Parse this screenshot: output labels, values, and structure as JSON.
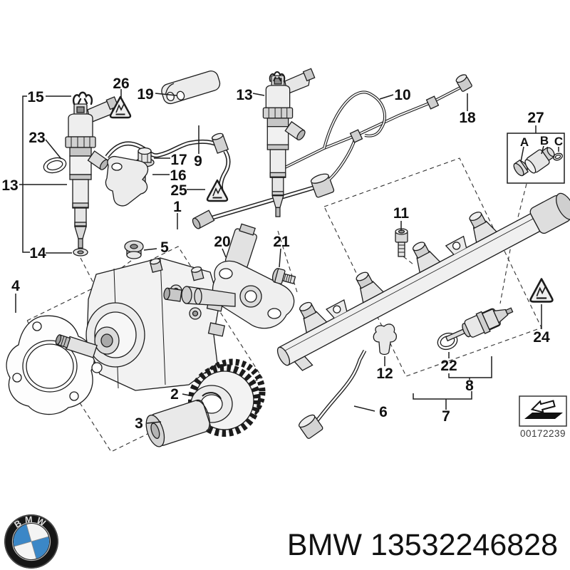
{
  "diagram": {
    "callouts": {
      "n1": "1",
      "n2": "2",
      "n3": "3",
      "n4": "4",
      "n5": "5",
      "n6": "6",
      "n7": "7",
      "n8": "8",
      "n9": "9",
      "n10": "10",
      "n11": "11",
      "n12": "12",
      "n13a": "13",
      "n13b": "13",
      "n14": "14",
      "n15": "15",
      "n16": "16",
      "n17": "17",
      "n18": "18",
      "n19": "19",
      "n20": "20",
      "n21": "21",
      "n22": "22",
      "n23": "23",
      "n24": "24",
      "n25": "25",
      "n26": "26",
      "n27": "27",
      "letterA": "A",
      "letterB": "B",
      "letterC": "C"
    },
    "image_code": "00172239"
  },
  "brand": {
    "logo_letters": "BMW",
    "footer_text": "BMW 13532246828"
  },
  "colors": {
    "line": "#1c1c1c",
    "logo_blue": "#3b87c7"
  }
}
